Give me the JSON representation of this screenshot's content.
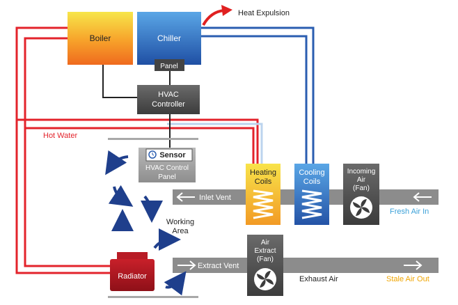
{
  "labels": {
    "boiler": "Boiler",
    "chiller": "Chiller",
    "heat_expulsion": "Heat Expulsion",
    "panel": "Panel",
    "hvac_controller_1": "HVAC",
    "hvac_controller_2": "Controller",
    "hot_water": "Hot Water",
    "sensor": "Sensor",
    "hvac_control_panel_1": "HVAC Control",
    "hvac_control_panel_2": "Panel",
    "heating_coils_1": "Heating",
    "heating_coils_2": "Coils",
    "cooling_coils_1": "Cooling",
    "cooling_coils_2": "Coils",
    "incoming_air_1": "Incoming",
    "incoming_air_2": "Air",
    "incoming_air_3": "(Fan)",
    "inlet_vent": "Inlet Vent",
    "fresh_air_in": "Fresh Air In",
    "working_area_1": "Working",
    "working_area_2": "Area",
    "air_extract_1": "Air",
    "air_extract_2": "Extract",
    "air_extract_3": "(Fan)",
    "radiator": "Radiator",
    "extract_vent": "Extract Vent",
    "exhaust_air": "Exhaust Air",
    "stale_air_out": "Stale Air Out"
  },
  "colors": {
    "hot_pipe": "#e3232b",
    "cold_pipe": "#2a5db0",
    "duct": "#8c8c8c",
    "dark_box": "#4a4a4a",
    "heat_arrow": "#e02020",
    "fresh_air_text": "#3aa0d8",
    "stale_air_text": "#f0a500",
    "hot_water_text": "#e3232b",
    "flow_arrow": "#1f3f8c"
  }
}
